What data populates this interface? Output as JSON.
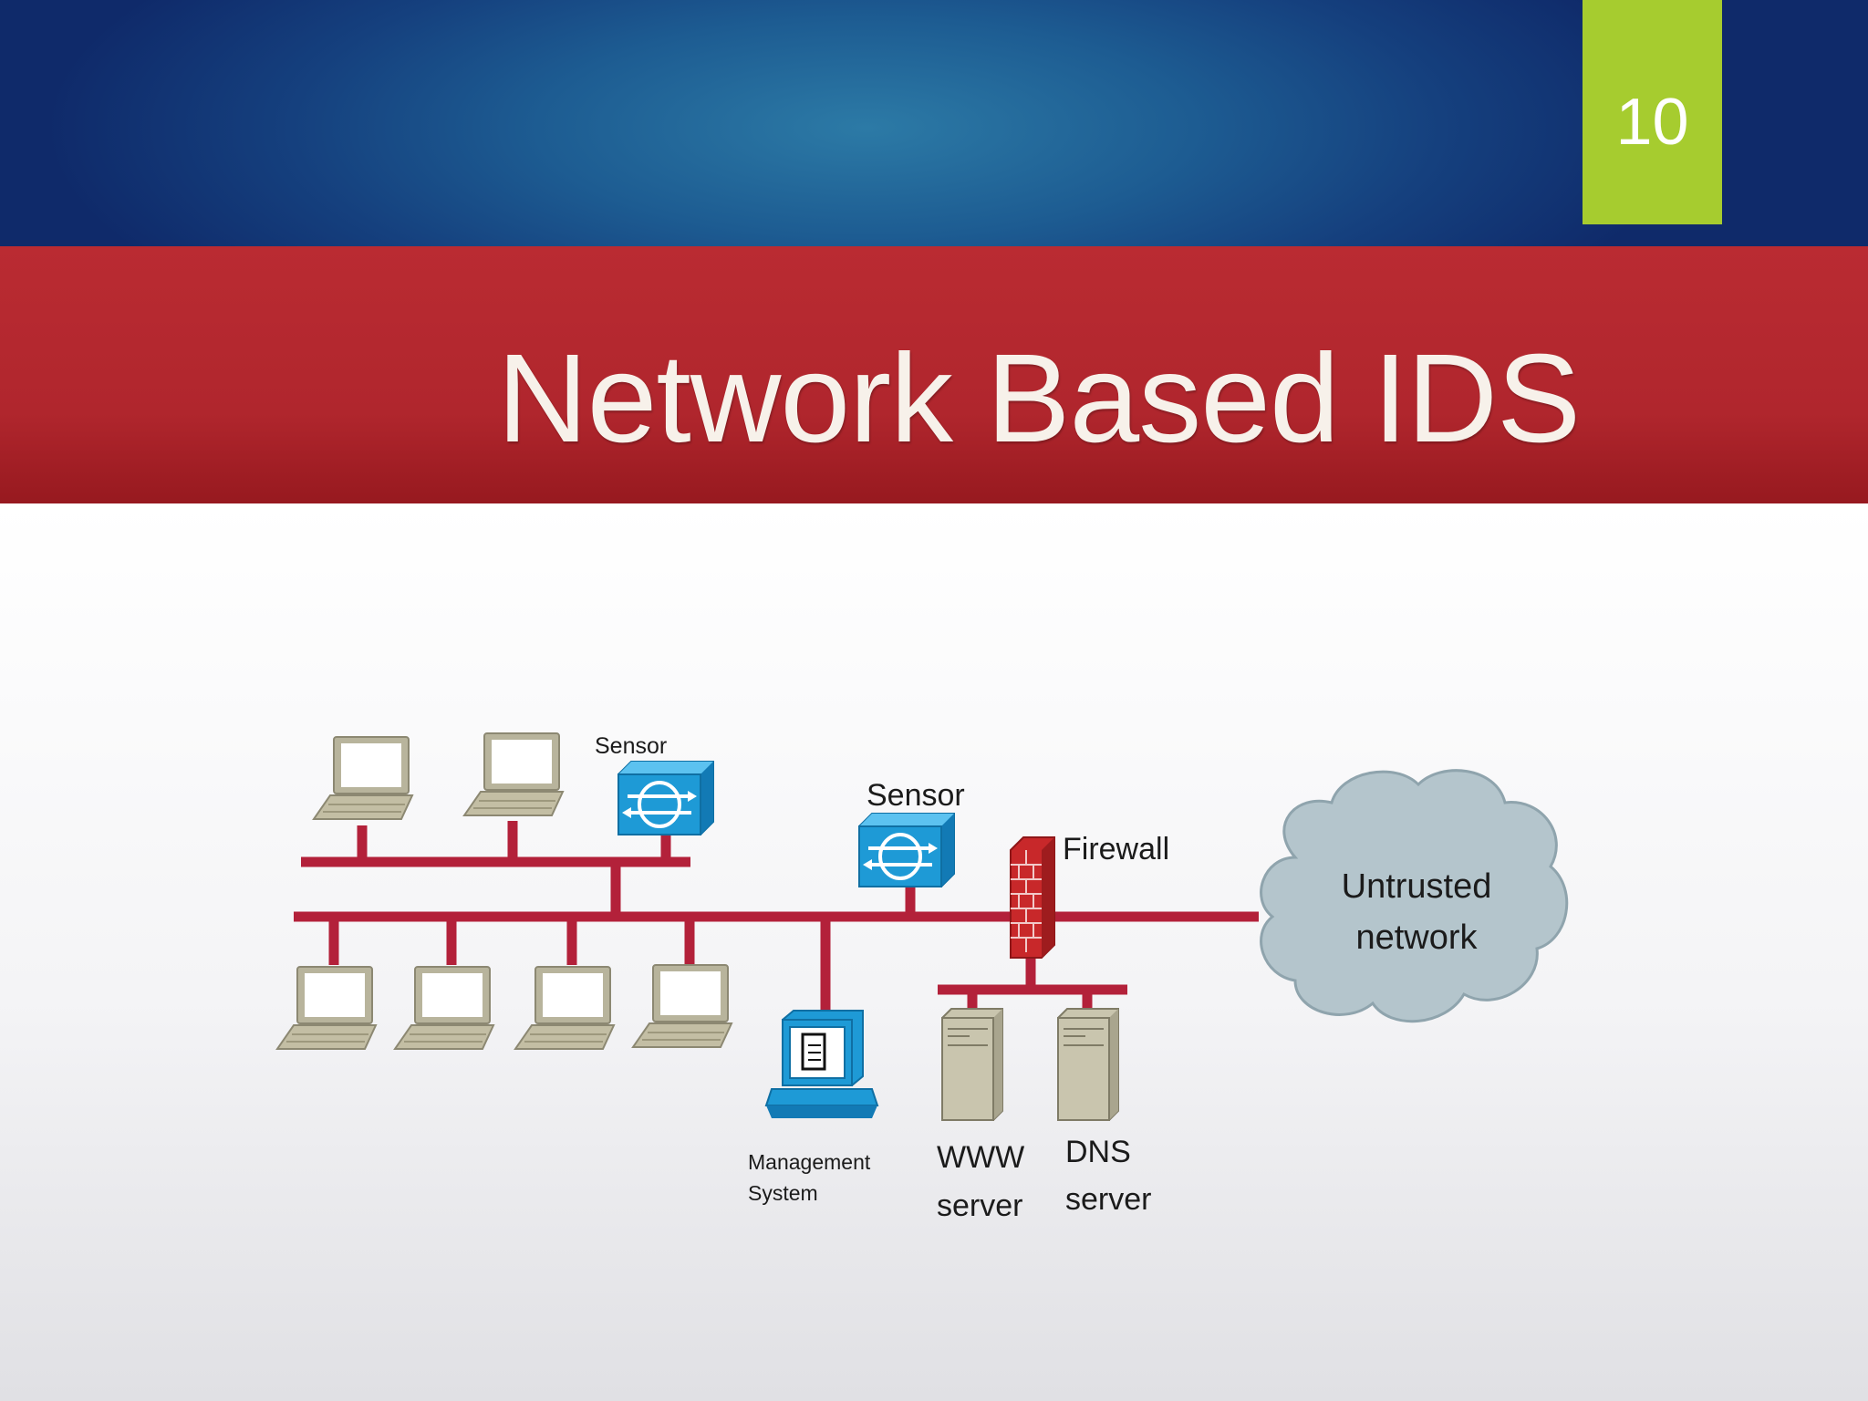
{
  "slide": {
    "page_number": "10",
    "title": "Network Based IDS"
  },
  "diagram": {
    "labels": {
      "sensor_top": "Sensor",
      "sensor_backbone": "Sensor",
      "firewall": "Firewall",
      "untrusted_line1": "Untrusted",
      "untrusted_line2": "network",
      "management_line1": "Management",
      "management_line2": "System",
      "www_line1": "WWW",
      "www_line2": "server",
      "dns_line1": "DNS",
      "dns_line2": "server"
    },
    "colors": {
      "cable": "#b3213a",
      "sensor": "#1e9ad6",
      "cloud": "#b4c5cc",
      "laptop": "#b8b49c",
      "server": "#c9c5ae",
      "firewall": "#c8282a"
    }
  }
}
